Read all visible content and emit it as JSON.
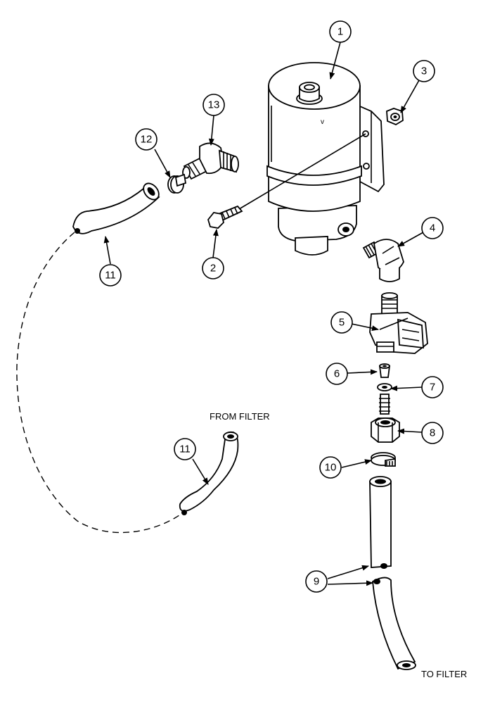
{
  "captions": {
    "from_filter": "FROM FILTER",
    "to_filter": "TO FILTER"
  },
  "callouts": {
    "c1": "1",
    "c2": "2",
    "c3": "3",
    "c4": "4",
    "c5": "5",
    "c6": "6",
    "c7": "7",
    "c8": "8",
    "c9": "9",
    "c10": "10",
    "c11a": "11",
    "c11b": "11",
    "c12": "12",
    "c13": "13"
  },
  "colors": {
    "ink": "#000000",
    "paper": "#ffffff"
  }
}
